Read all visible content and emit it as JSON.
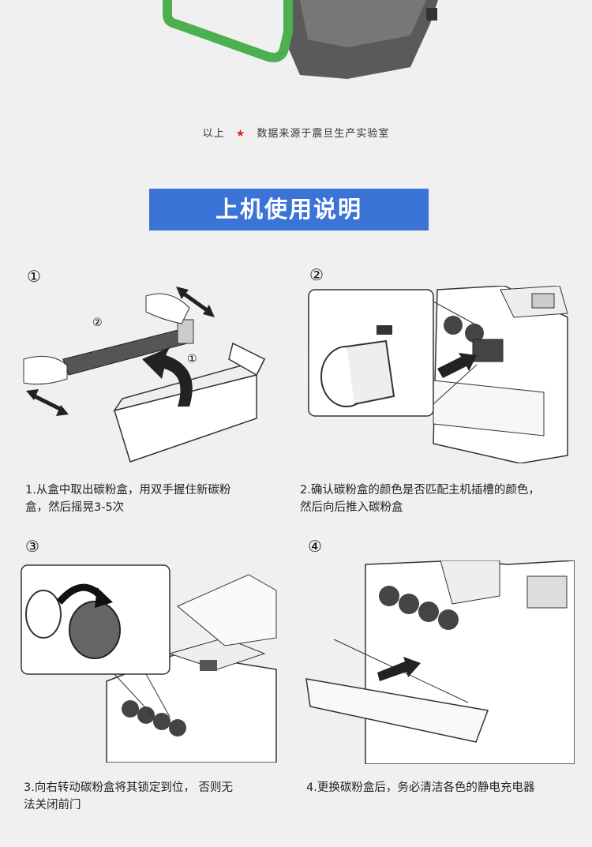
{
  "source_note": {
    "left": "以上",
    "star": "★",
    "right": "数据来源于震旦生产实验室"
  },
  "banner": {
    "title": "上机使用说明"
  },
  "steps": [
    {
      "number": "①",
      "label_a": "②",
      "label_b": "①",
      "text_line1": "1.从盒中取出碳粉盒，用双手握住新碳粉",
      "text_line2": "盒，然后摇晃3-5次"
    },
    {
      "number": "②",
      "text_line1": "2.确认碳粉盒的颜色是否匹配主机插槽的颜色，",
      "text_line2": "然后向后推入碳粉盒"
    },
    {
      "number": "③",
      "text_line1": "3.向右转动碳粉盒将其锁定到位， 否则无",
      "text_line2": "法关闭前门"
    },
    {
      "number": "④",
      "text_line1": "4.更换碳粉盒后，务必清洁各色的静电充电器",
      "text_line2": ""
    }
  ],
  "colors": {
    "banner": "#3b74d6",
    "star": "#e2231a",
    "handle": "#4caf50"
  }
}
